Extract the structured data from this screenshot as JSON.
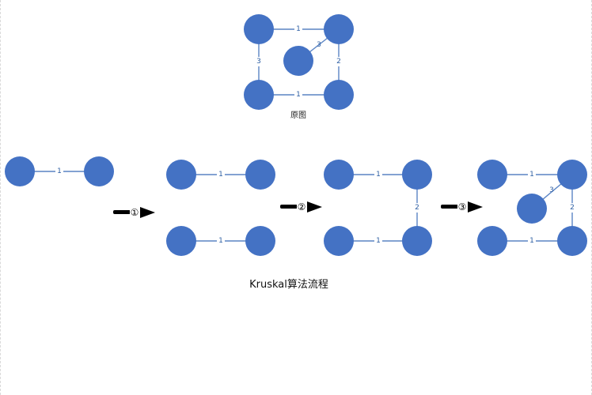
{
  "original": {
    "caption": "原图",
    "edge_weights": {
      "top": "1",
      "left": "3",
      "right": "2",
      "bottom": "1",
      "diag": "3"
    }
  },
  "steps": {
    "s0": {
      "w1": "1"
    },
    "s1": {
      "w_top": "1",
      "w_bottom": "1"
    },
    "s2": {
      "w_top": "1",
      "w_right": "2",
      "w_bottom": "1"
    },
    "s3": {
      "w_top": "1",
      "w_diag": "3",
      "w_right": "2",
      "w_bottom": "1"
    }
  },
  "arrows": [
    {
      "label": "①"
    },
    {
      "label": "②"
    },
    {
      "label": "③"
    }
  ],
  "title": "Kruskal算法流程",
  "colors": {
    "node": "#4472c4",
    "edge": "#5a84c4",
    "arrow": "#000000"
  }
}
